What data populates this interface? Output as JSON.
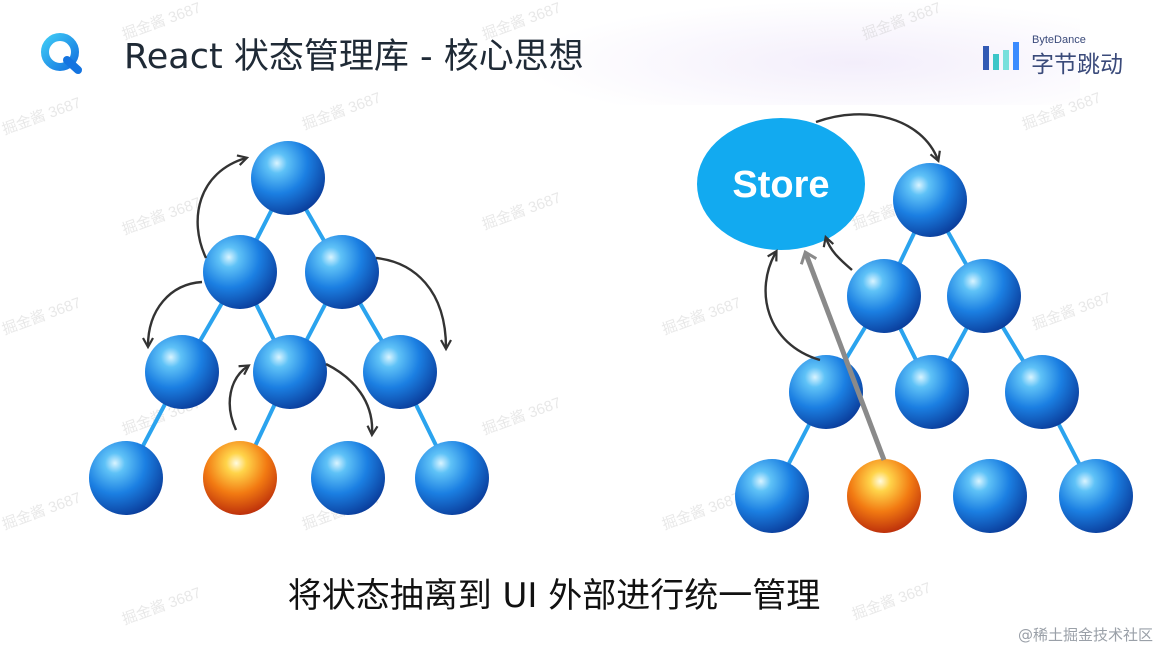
{
  "header": {
    "title": "React 状态管理库 -  核心思想",
    "brand_en": "ByteDance",
    "brand_cn": "字节跳动"
  },
  "diagram": {
    "store_label": "Store"
  },
  "caption": "将状态抽离到 UI 外部进行统一管理",
  "footer": "@稀土掘金技术社区",
  "watermark": "掘金酱 3687",
  "colors": {
    "node_blue": "#1f7fe0",
    "node_orange": "#f27a12",
    "edge": "#2aa3ee",
    "store": "#12aaf0",
    "arrow": "#333333",
    "store_arrow": "#8a8a8a",
    "brand": "#3a4a7a"
  }
}
